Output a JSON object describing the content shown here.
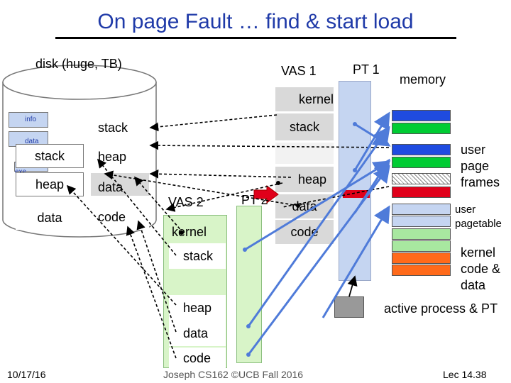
{
  "title": "On page Fault … find & start load",
  "disk": {
    "label": "disk (huge, TB)",
    "file_icons": [
      "info",
      "data",
      "exe"
    ],
    "segments": [
      "stack",
      "heap",
      "data"
    ],
    "exe_segments": [
      "stack",
      "heap",
      "data",
      "code"
    ]
  },
  "vas1": {
    "label": "VAS 1",
    "segments": [
      "kernel",
      "stack",
      "heap",
      "data",
      "code"
    ]
  },
  "vas2": {
    "label": "VAS 2",
    "segments": [
      "kernel",
      "stack",
      "heap",
      "data",
      "code"
    ]
  },
  "pt1": {
    "label": "PT 1"
  },
  "pt2": {
    "label": "PT 2"
  },
  "memory": {
    "label": "memory",
    "user_frames_label": "user page frames",
    "user_pagetable_label": "user pagetable",
    "kernel_label": "kernel code & data"
  },
  "active_label": "active process & PT",
  "footer": {
    "date": "10/17/16",
    "center": "Joseph CS162 ©UCB Fall 2016",
    "lecture": "Lec 14.38"
  },
  "colors": {
    "title": "#1f3aa8",
    "page_table": "#c5d5f1",
    "vas2_bg": "#d8f4c8",
    "frame_blue": "#1f4be0",
    "frame_green": "#00cc33",
    "frame_light_blue": "#c5d5f1",
    "frame_light_green": "#a8e8a0",
    "frame_orange": "#ff6a1a",
    "fault_marker": "#e0001a",
    "arrow_blue": "#4f7bd9"
  }
}
